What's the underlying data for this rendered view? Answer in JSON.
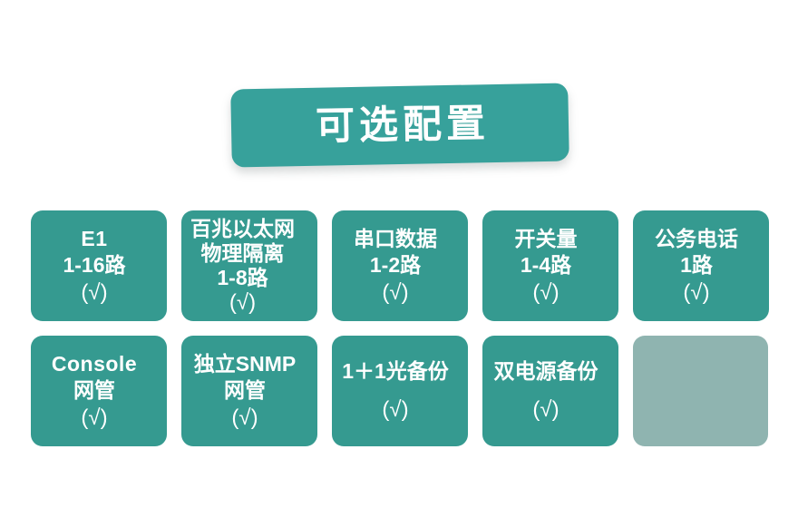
{
  "banner": {
    "title": "可选配置",
    "color": "#37a19b",
    "text_color": "#ffffff"
  },
  "theme": {
    "card_color": "#359a90",
    "placeholder_color": "#8fb4b0",
    "background": "#ffffff"
  },
  "grid": {
    "columns": 5,
    "rows": [
      {
        "cards": [
          {
            "lines": [
              "E1",
              "1-16路",
              "(√)"
            ],
            "available": "√",
            "placeholder": false
          },
          {
            "lines": [
              "百兆以太网",
              "物理隔离",
              "1-8路",
              "(√)"
            ],
            "available": "√",
            "placeholder": false
          },
          {
            "lines": [
              "串口数据",
              "1-2路",
              "(√)"
            ],
            "available": "√",
            "placeholder": false
          },
          {
            "lines": [
              "开关量",
              "1-4路",
              "(√)"
            ],
            "available": "√",
            "placeholder": false
          },
          {
            "lines": [
              "公务电话",
              "1路",
              "(√)"
            ],
            "available": "√",
            "placeholder": false
          }
        ]
      },
      {
        "cards": [
          {
            "lines": [
              "Console",
              "网管",
              "(√)"
            ],
            "available": "√",
            "placeholder": false
          },
          {
            "lines": [
              "独立SNMP",
              "网管",
              "(√)"
            ],
            "available": "√",
            "placeholder": false
          },
          {
            "lines": [
              "1＋1光备份",
              "",
              "(√)"
            ],
            "available": "√",
            "placeholder": false
          },
          {
            "lines": [
              "双电源备份",
              "",
              "(√)"
            ],
            "available": "√",
            "placeholder": false
          },
          {
            "lines": [],
            "available": "",
            "placeholder": true
          }
        ]
      }
    ]
  }
}
